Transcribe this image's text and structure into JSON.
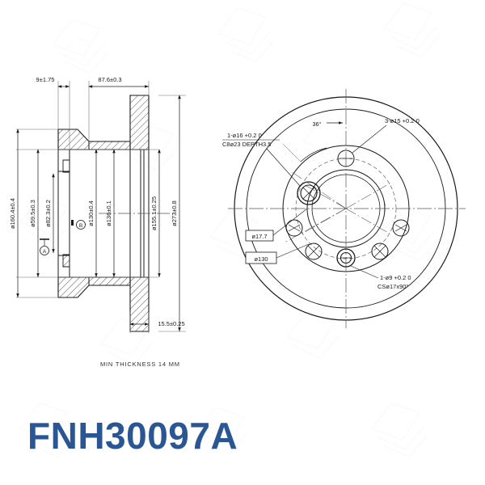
{
  "part": {
    "number": "FNH30097A",
    "number_color": "#2a5694"
  },
  "drawing": {
    "line_color": "#1a1a1a",
    "hatch_color": "#333333",
    "center_line_color": "#555555",
    "watermark_color": "#fbfbfb"
  },
  "section_view": {
    "name": "cross-section-view",
    "dimensions": {
      "top_left": "9±1.75",
      "top_right": "87.6±0.3",
      "bottom": "15.5±0.25",
      "vertical": [
        "ø160.4±0.4",
        "ø59.5±0.3",
        "ø82.3±0.2",
        "ø130±0.4",
        "ø136±0.1",
        "ø155.1±0.25",
        "ø273±0.8"
      ]
    },
    "datum_labels": [
      "A",
      "B"
    ],
    "note": "MIN THICKNESS 14 MM"
  },
  "front_view": {
    "name": "front-face-view",
    "callouts": {
      "center_bore": "1-ø16 +0.2 0",
      "center_bore_second": "C8ø23 DEPTH3.5",
      "bolt_holes": "3-ø15 +0.2 0",
      "angle": "36°",
      "locating_hole": "1-ø9 +0.2 0",
      "locating_hole_second": "CSø17x90°"
    },
    "boxed_dimensions": [
      "ø17.7",
      "ø130"
    ]
  }
}
